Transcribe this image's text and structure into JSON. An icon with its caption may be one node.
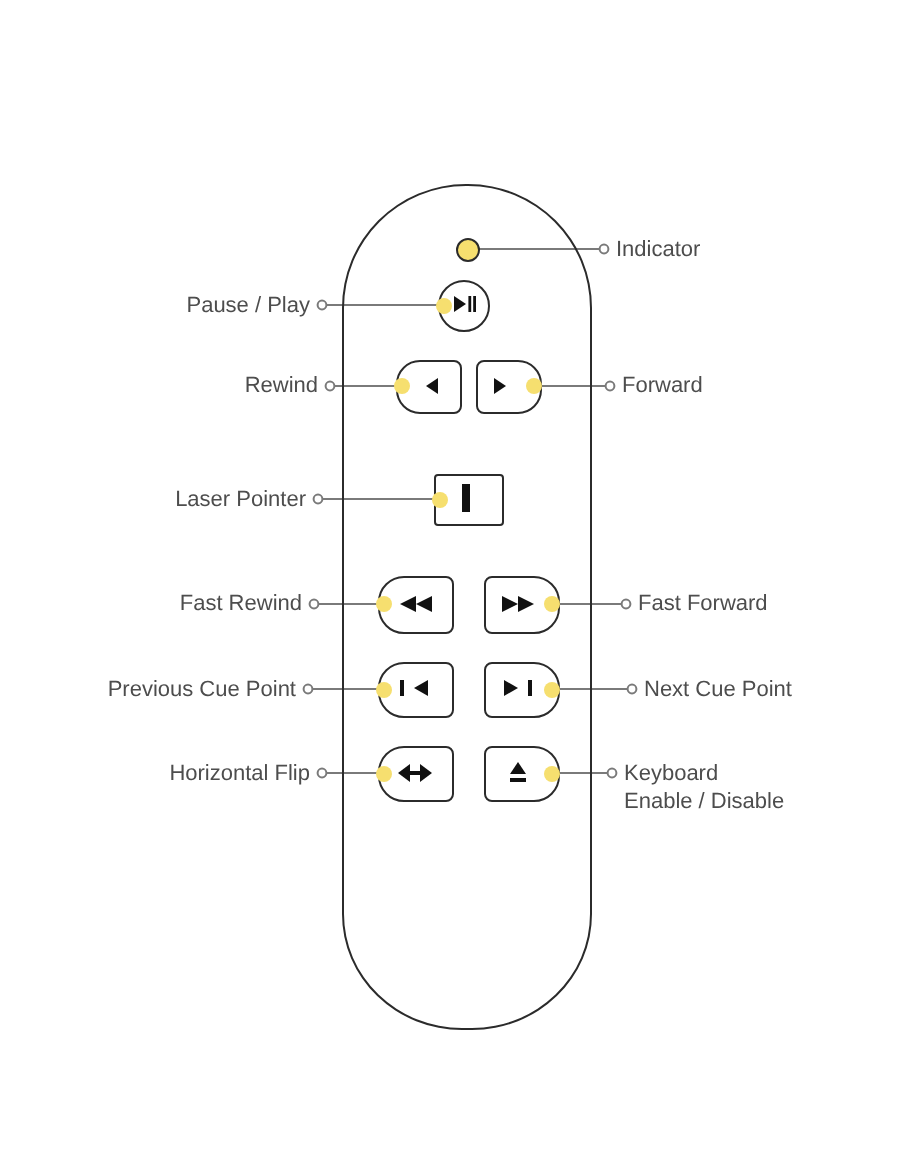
{
  "diagram": {
    "nodes": [
      {
        "text": [],
        "shape": "capsule"
      },
      {
        "text": [],
        "shape": "circle",
        "in": 0
      },
      {
        "text": [
          "Indicator"
        ]
      },
      {
        "text": [
          "Pause / Play"
        ]
      },
      {
        "text": [],
        "shape": "circle",
        "in": 0
      },
      {
        "text": [
          "Rewind"
        ]
      },
      {
        "text": [],
        "shape": "box",
        "in": 0
      },
      {
        "text": [],
        "shape": "box",
        "in": 0
      },
      {
        "text": [
          "Forward"
        ]
      },
      {
        "text": [
          "Laser Pointer"
        ]
      },
      {
        "text": [],
        "shape": "box",
        "in": 0
      },
      {
        "text": [
          "Fast Rewind"
        ]
      },
      {
        "text": [],
        "shape": "box",
        "in": 0
      },
      {
        "text": [],
        "shape": "box",
        "in": 0
      },
      {
        "text": [
          "Fast Forward"
        ]
      },
      {
        "text": [
          "Previous Cue Point"
        ]
      },
      {
        "text": [],
        "shape": "box",
        "in": 0
      },
      {
        "text": [],
        "shape": "box",
        "in": 0
      },
      {
        "text": [
          "Next Cue Point"
        ]
      },
      {
        "text": [
          "Horizontal Flip"
        ]
      },
      {
        "text": [],
        "shape": "box",
        "in": 0
      },
      {
        "text": [],
        "shape": "box",
        "in": 0
      },
      {
        "text": [
          "Keyboard Enable / Disable"
        ]
      }
    ],
    "edges": [
      {
        "from": 2,
        "to": 1,
        "arrow": "other"
      },
      {
        "from": 3,
        "to": 4,
        "arrow": "other"
      },
      {
        "from": 5,
        "to": 6,
        "arrow": "other"
      },
      {
        "from": 8,
        "to": 7,
        "arrow": "other"
      },
      {
        "from": 9,
        "to": 10,
        "arrow": "other"
      },
      {
        "from": 11,
        "to": 12,
        "arrow": "other"
      },
      {
        "from": 14,
        "to": 13,
        "arrow": "other"
      },
      {
        "from": 15,
        "to": 16,
        "arrow": "other"
      },
      {
        "from": 18,
        "to": 17,
        "arrow": "other"
      },
      {
        "from": 19,
        "to": 20,
        "arrow": "other"
      },
      {
        "from": 22,
        "to": 21,
        "arrow": "other"
      }
    ]
  }
}
